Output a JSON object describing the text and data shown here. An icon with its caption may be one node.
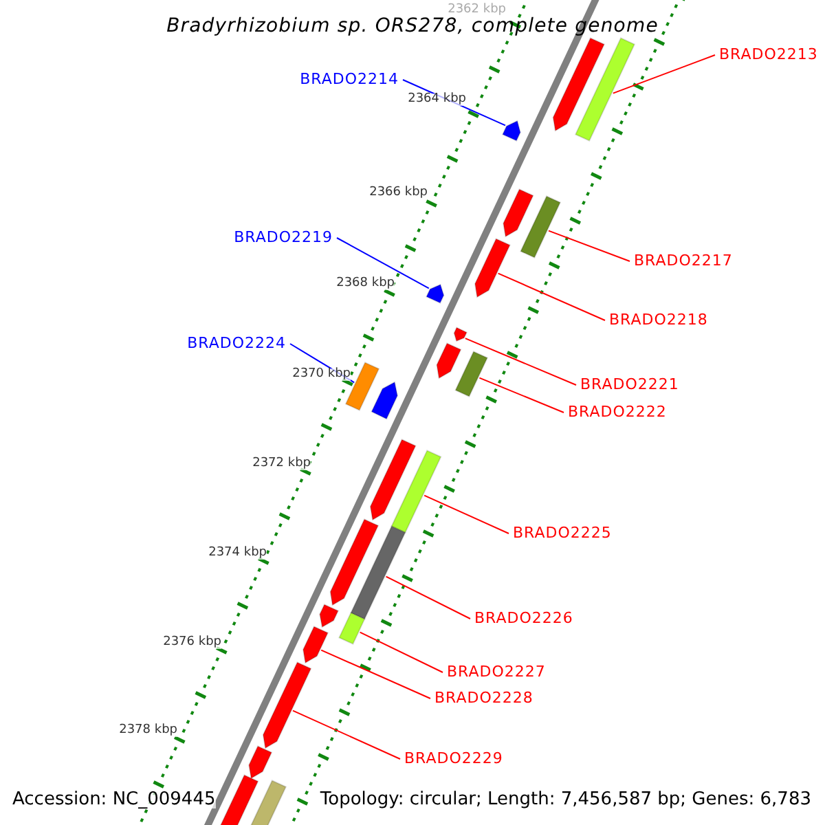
{
  "diagram": {
    "title": "Bradyrhizobium sp. ORS278, complete genome",
    "nodes": [
      {
        "text": [
          "BRADO2213"
        ]
      },
      {
        "text": [
          "BRADO2214"
        ]
      },
      {
        "text": [
          "BRADO2219"
        ]
      },
      {
        "text": [
          "BRADO2217"
        ]
      },
      {
        "text": [
          "BRADO2218"
        ]
      },
      {
        "text": [
          "BRADO2224"
        ]
      },
      {
        "text": [
          "BRADO2221"
        ]
      },
      {
        "text": [
          "BRADO2222"
        ]
      },
      {
        "text": [
          "BRADO2225"
        ]
      },
      {
        "text": [
          "BRADO2226"
        ]
      },
      {
        "text": [
          "BRADO2227"
        ]
      },
      {
        "text": [
          "BRADO2228"
        ]
      },
      {
        "text": [
          "BRADO2229"
        ]
      },
      {
        "text": [],
        "shape": "bar"
      },
      {
        "text": [],
        "shape": "bar"
      },
      {
        "text": [],
        "shape": "bar"
      },
      {
        "text": [],
        "shape": "bar"
      },
      {
        "text": [],
        "shape": "bar"
      },
      {
        "text": [],
        "shape": "bar"
      },
      {
        "text": [],
        "shape": "bar"
      },
      {
        "text": [],
        "shape": "bar"
      },
      {
        "text": [],
        "shape": "bar"
      },
      {
        "text": [],
        "shape": "bar"
      },
      {
        "text": [],
        "shape": "bar"
      },
      {
        "text": [],
        "shape": "bar"
      },
      {
        "text": [],
        "shape": "bar"
      },
      {
        "text": [],
        "shape": "bar"
      },
      {
        "text": [],
        "shape": "bar"
      },
      {
        "text": [],
        "shape": "bar"
      },
      {
        "text": [],
        "shape": "bar"
      },
      {
        "text": [],
        "shape": "bar"
      },
      {
        "text": [],
        "shape": "bar"
      },
      {
        "text": [],
        "shape": "bar"
      },
      {
        "text": [],
        "shape": "bar"
      },
      {
        "text": [],
        "shape": "bar"
      },
      {
        "text": [],
        "shape": "bar"
      }
    ],
    "edges": [
      {
        "from": 0,
        "to": 14,
        "arrow": "none"
      },
      {
        "from": 1,
        "to": 15,
        "arrow": "none",
        "color": "#0000ff"
      },
      {
        "from": 2,
        "to": 19,
        "arrow": "none",
        "color": "#0000ff"
      },
      {
        "from": 3,
        "to": 17,
        "arrow": "none"
      },
      {
        "from": 4,
        "to": 18,
        "arrow": "none"
      },
      {
        "from": 5,
        "to": 23,
        "arrow": "none",
        "color": "#0000ff"
      },
      {
        "from": 6,
        "to": 20,
        "arrow": "none"
      },
      {
        "from": 7,
        "to": 22,
        "arrow": "none"
      },
      {
        "from": 8,
        "to": 26,
        "arrow": "none"
      },
      {
        "from": 9,
        "to": 28,
        "arrow": "none"
      },
      {
        "from": 10,
        "to": 30,
        "arrow": "none"
      },
      {
        "from": 11,
        "to": 31,
        "arrow": "none"
      },
      {
        "from": 12,
        "to": 32,
        "arrow": "none"
      }
    ],
    "labels": [
      "2362 kbp",
      "2364 kbp",
      "2366 kbp",
      "2368 kbp",
      "2370 kbp",
      "2372 kbp",
      "2374 kbp",
      "2376 kbp",
      "2378 kbp",
      "Accession: NC_009445",
      "Topology: circular; Length: 7,456,587 bp; Genes: 6,783"
    ]
  }
}
